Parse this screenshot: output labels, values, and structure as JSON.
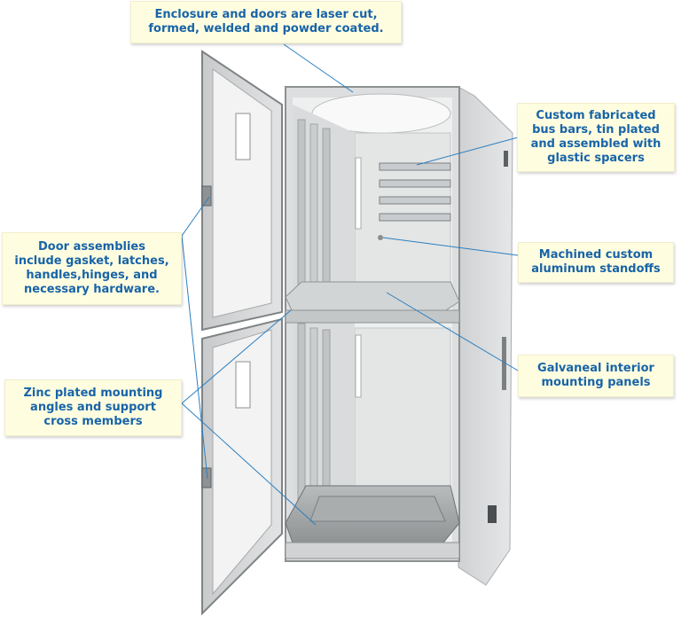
{
  "callouts": {
    "enclosure": {
      "lines": [
        "Enclosure and doors are laser cut,",
        "formed, welded and powder coated."
      ]
    },
    "bus_bars": {
      "lines": [
        "Custom fabricated",
        "bus bars, tin plated",
        "and assembled with",
        "glastic spacers"
      ]
    },
    "door_assemblies": {
      "lines": [
        "Door assemblies",
        "include gasket, latches,",
        "handles,hinges, and",
        "necessary hardware."
      ]
    },
    "standoffs": {
      "lines": [
        "Machined custom",
        "aluminum standoffs"
      ]
    },
    "galvaneal": {
      "lines": [
        "Galvaneal interior",
        "mounting panels"
      ]
    },
    "zinc_angles": {
      "lines": [
        "Zinc plated mounting",
        "angles and support",
        "cross members"
      ]
    }
  },
  "colors": {
    "label_text": "#1864a8",
    "label_background": "#fffde0",
    "leader_line": "#2a7fc1",
    "cabinet_body": "#d8dadb",
    "cabinet_interior": "#e9eaea"
  }
}
